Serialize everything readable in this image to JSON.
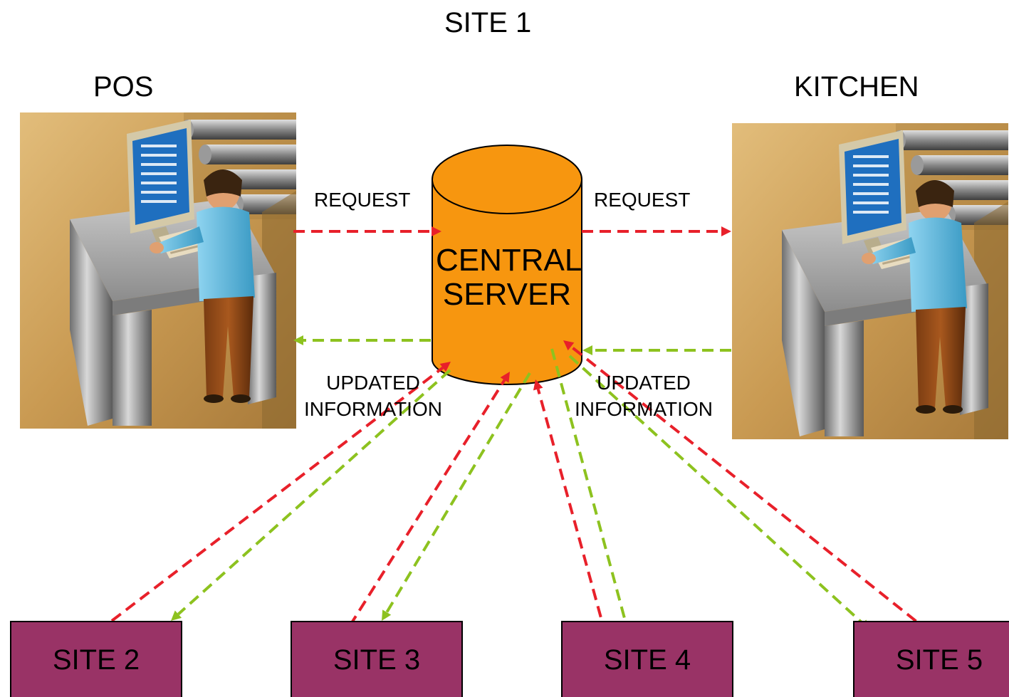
{
  "title": "SITE 1",
  "pos_label": "POS",
  "kitchen_label": "KITCHEN",
  "server": {
    "line1": "CENTRAL",
    "line2": "SERVER"
  },
  "request_left": "REQUEST",
  "request_right": "REQUEST",
  "updated_left": {
    "line1": "UPDATED",
    "line2": "INFORMATION"
  },
  "updated_right": {
    "line1": "UPDATED",
    "line2": "INFORMATION"
  },
  "sites": [
    "SITE 2",
    "SITE 3",
    "SITE 4",
    "SITE 5"
  ],
  "colors": {
    "request_arrow": "#e8202a",
    "update_arrow": "#8dc21f",
    "server_fill": "#f7960f",
    "site_fill": "#993366",
    "background_scene": "#c99a52"
  },
  "icons": {
    "pos": "workstation-operator-icon",
    "kitchen": "workstation-operator-icon",
    "server": "database-cylinder-icon"
  }
}
